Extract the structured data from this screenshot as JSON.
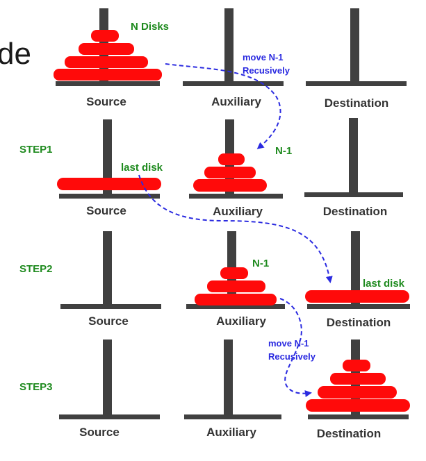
{
  "fragment_text": "de",
  "colors": {
    "disk": "#ff0a0a",
    "rod": "#404040",
    "label_green": "#1e8a1e",
    "annotation_blue": "#2a2ae0",
    "peg_label": "#333333"
  },
  "rows": [
    {
      "step": "",
      "pegs": [
        {
          "label": "Source",
          "disks": 4
        },
        {
          "label": "Auxiliary",
          "disks": 0
        },
        {
          "label": "Destination",
          "disks": 0
        }
      ]
    },
    {
      "step": "STEP1",
      "pegs": [
        {
          "label": "Source",
          "disks": 1
        },
        {
          "label": "Auxiliary",
          "disks": 3
        },
        {
          "label": "Destination",
          "disks": 0
        }
      ]
    },
    {
      "step": "STEP2",
      "pegs": [
        {
          "label": "Source",
          "disks": 0
        },
        {
          "label": "Auxiliary",
          "disks": 3
        },
        {
          "label": "Destination",
          "disks": 1
        }
      ]
    },
    {
      "step": "STEP3",
      "pegs": [
        {
          "label": "Source",
          "disks": 0
        },
        {
          "label": "Auxiliary",
          "disks": 0
        },
        {
          "label": "Destination",
          "disks": 4
        }
      ]
    }
  ],
  "annotations": {
    "n_disks": "N Disks",
    "move_n1_a_line1": "move N-1",
    "move_n1_a_line2": "Recusively",
    "n1_step1": "N-1",
    "last_disk_step1": "last disk",
    "n1_step2": "N-1",
    "last_disk_step2": "last disk",
    "move_n1_b_line1": "move N-1",
    "move_n1_b_line2": "Recusively"
  }
}
